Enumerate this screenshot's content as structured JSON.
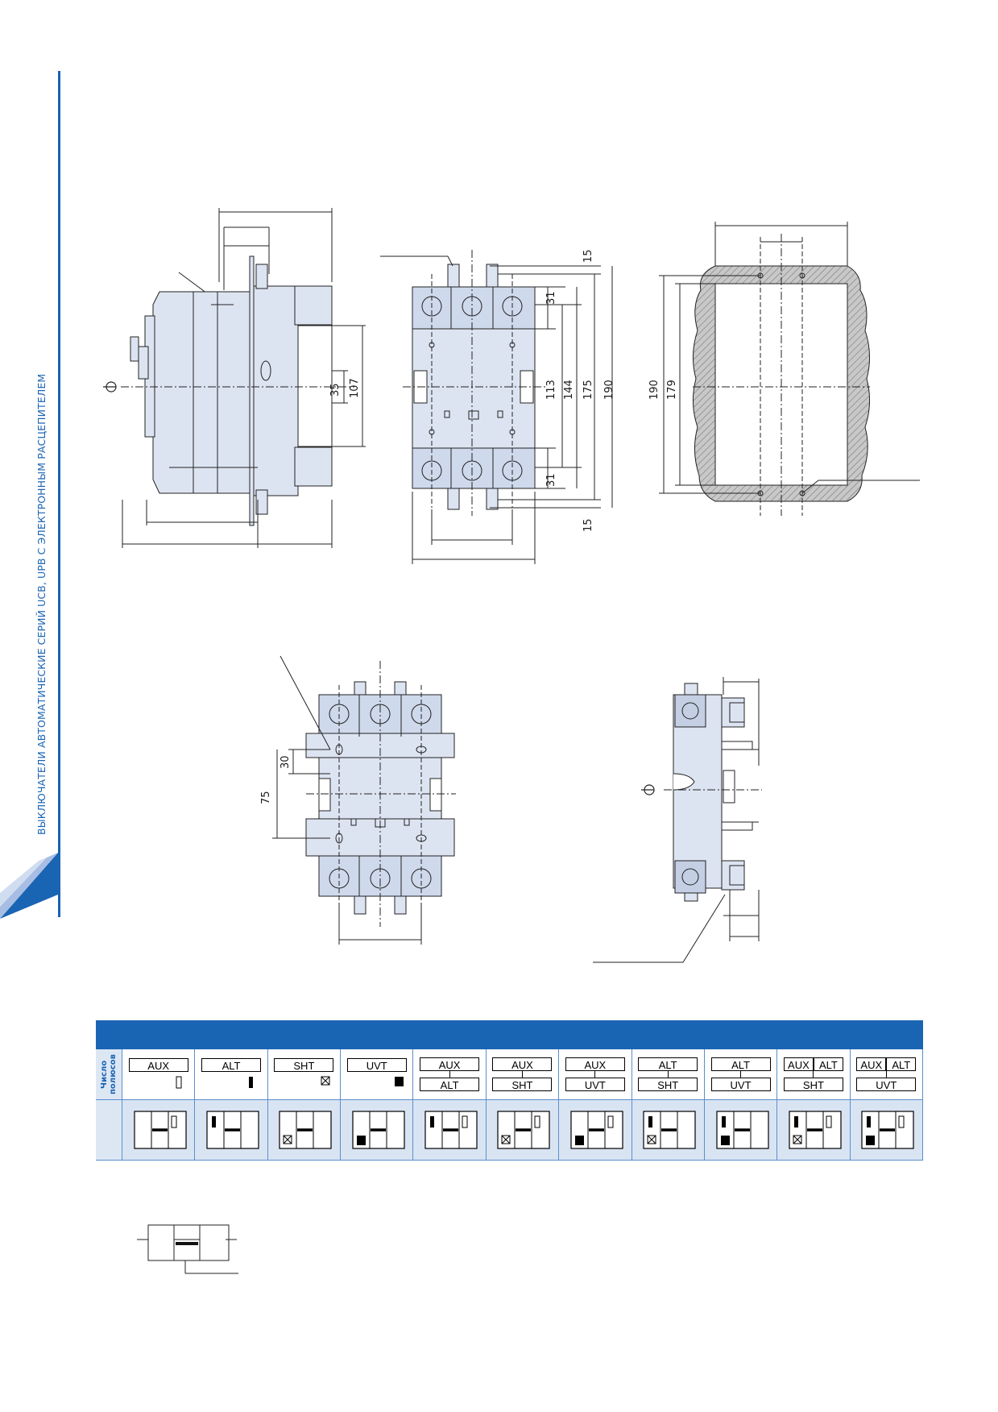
{
  "sidebar": {
    "title": "ВЫКЛЮЧАТЕЛИ АВТОМАТИЧЕСКИЕ СЕРИЙ UCB, UPB С ЭЛЕКТРОННЫМ РАСЦЕПИТЕЛЕМ",
    "accent_color": "#1a64b4"
  },
  "drawings": {
    "side_view": {
      "dims": [
        "35",
        "107"
      ],
      "axis_icon": "center-axis-icon"
    },
    "front_view": {
      "dims": [
        "15",
        "31",
        "113",
        "144",
        "175",
        "190",
        "31",
        "15"
      ]
    },
    "cutout_view": {
      "dims": [
        "190",
        "179"
      ]
    },
    "rear_view": {
      "dims": [
        "30",
        "75"
      ]
    },
    "profile_view": {
      "axis_icon": "center-axis-icon"
    }
  },
  "accessories_table": {
    "row_label": "Число полюсов",
    "header_color": "#1a64b4",
    "columns": [
      {
        "top": [
          "AUX"
        ],
        "bottom": [],
        "marks": [
          "aux"
        ]
      },
      {
        "top": [
          "ALT"
        ],
        "bottom": [],
        "marks": [
          "alt"
        ]
      },
      {
        "top": [
          "SHT"
        ],
        "bottom": [],
        "marks": [
          "sht"
        ]
      },
      {
        "top": [
          "UVT"
        ],
        "bottom": [],
        "marks": [
          "uvt"
        ]
      },
      {
        "top": [
          "AUX"
        ],
        "bottom": [
          "ALT"
        ],
        "marks": [
          "aux",
          "alt"
        ]
      },
      {
        "top": [
          "AUX"
        ],
        "bottom": [
          "SHT"
        ],
        "marks": [
          "aux",
          "sht"
        ]
      },
      {
        "top": [
          "AUX"
        ],
        "bottom": [
          "UVT"
        ],
        "marks": [
          "aux",
          "uvt"
        ]
      },
      {
        "top": [
          "ALT"
        ],
        "bottom": [
          "SHT"
        ],
        "marks": [
          "alt",
          "sht"
        ]
      },
      {
        "top": [
          "ALT"
        ],
        "bottom": [
          "UVT"
        ],
        "marks": [
          "alt",
          "uvt"
        ]
      },
      {
        "top": [
          "AUX",
          "ALT"
        ],
        "bottom": [
          "SHT"
        ],
        "marks": [
          "aux",
          "alt",
          "sht"
        ]
      },
      {
        "top": [
          "AUX",
          "ALT"
        ],
        "bottom": [
          "UVT"
        ],
        "marks": [
          "aux",
          "alt",
          "uvt"
        ]
      }
    ]
  }
}
